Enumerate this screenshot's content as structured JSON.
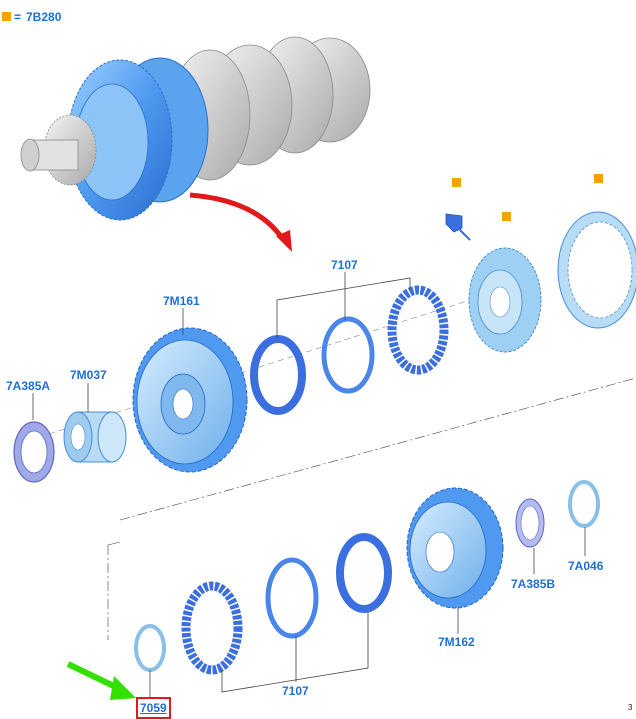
{
  "legend": {
    "equals": "=",
    "part": "7B280",
    "marker_color": "#f4a300"
  },
  "labels": {
    "washer_upper": "7A385A",
    "bearing": "7M037",
    "gear_upper": "7M161",
    "sync_upper": "7107",
    "sync_lower": "7107",
    "washer_lower": "7A385B",
    "snap_ring": "7A046",
    "gear_lower": "7M162",
    "selected_part": "7059"
  },
  "page_number": "3",
  "colors": {
    "part_blue": "#3b82e0",
    "label_blue": "#1f6fd6",
    "arrow_red": "#e0191b",
    "arrow_green": "#34e000"
  }
}
